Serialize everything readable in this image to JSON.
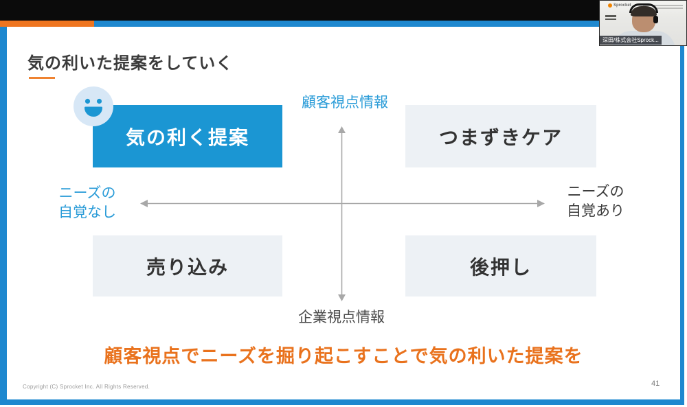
{
  "window": {
    "video": {
      "logo_text": "Sprocket",
      "participant_label": "深田/株式会社Sprock..."
    }
  },
  "slide": {
    "title": "気の利いた提案をしていく",
    "matrix": {
      "axis_top_label": "顧客視点情報",
      "axis_bottom_label": "企業視点情報",
      "axis_left_label": "ニーズの\n自覚なし",
      "axis_right_label": "ニーズの\n自覚あり",
      "quadrant_top_left": "気の利く提案",
      "quadrant_top_right": "つまずきケア",
      "quadrant_bottom_left": "売り込み",
      "quadrant_bottom_right": "後押し"
    },
    "key_message": "顧客視点でニーズを掘り起こすことで気の利いた提案を",
    "footer": {
      "copyright": "Copyright (C) Sprocket Inc. All Rights Reserved.",
      "page_number": "41"
    },
    "colors": {
      "accent_orange": "#ee7520",
      "frame_blue": "#1e88cf",
      "highlight_box_blue": "#1b96d3",
      "quadrant_box_gray": "#edf1f5",
      "axis_label_blue": "#2b9cd8",
      "message_orange": "#e9721d",
      "title_text": "#3b3b3b"
    }
  }
}
